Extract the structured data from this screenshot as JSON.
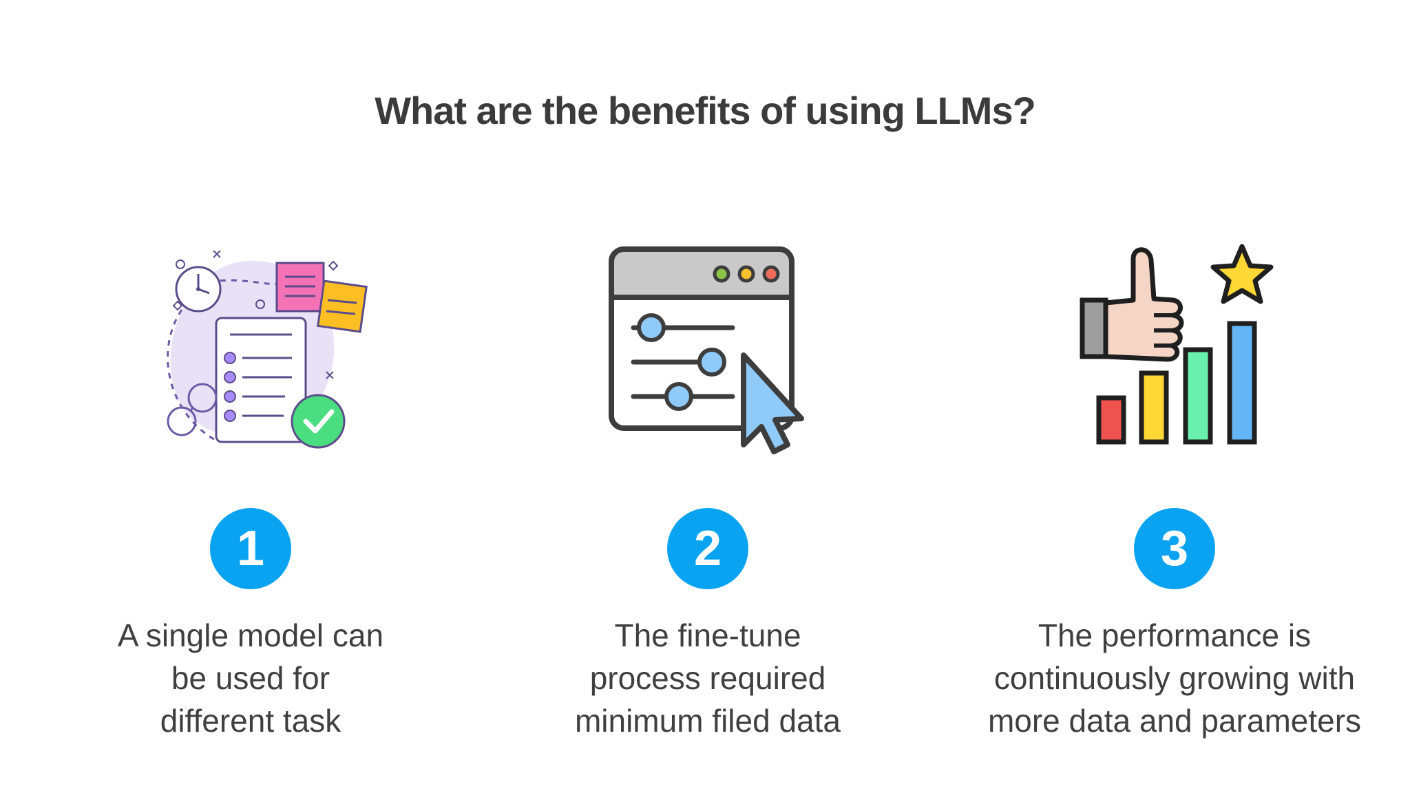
{
  "title": "What are the benefits of using LLMs?",
  "benefits": [
    {
      "number": "1",
      "lines": [
        "A single model can",
        "be used for",
        "different task"
      ],
      "icon": "checklist-clipboard-icon"
    },
    {
      "number": "2",
      "lines": [
        "The fine-tune",
        "process required",
        "minimum filed data"
      ],
      "icon": "settings-window-cursor-icon"
    },
    {
      "number": "3",
      "lines": [
        "The performance is",
        "continuously growing with",
        "more data and parameters"
      ],
      "icon": "thumbs-up-bar-chart-star-icon"
    }
  ],
  "colors": {
    "badge": "#0aa3f2",
    "text": "#3f3f3f",
    "background": "#ffffff"
  }
}
